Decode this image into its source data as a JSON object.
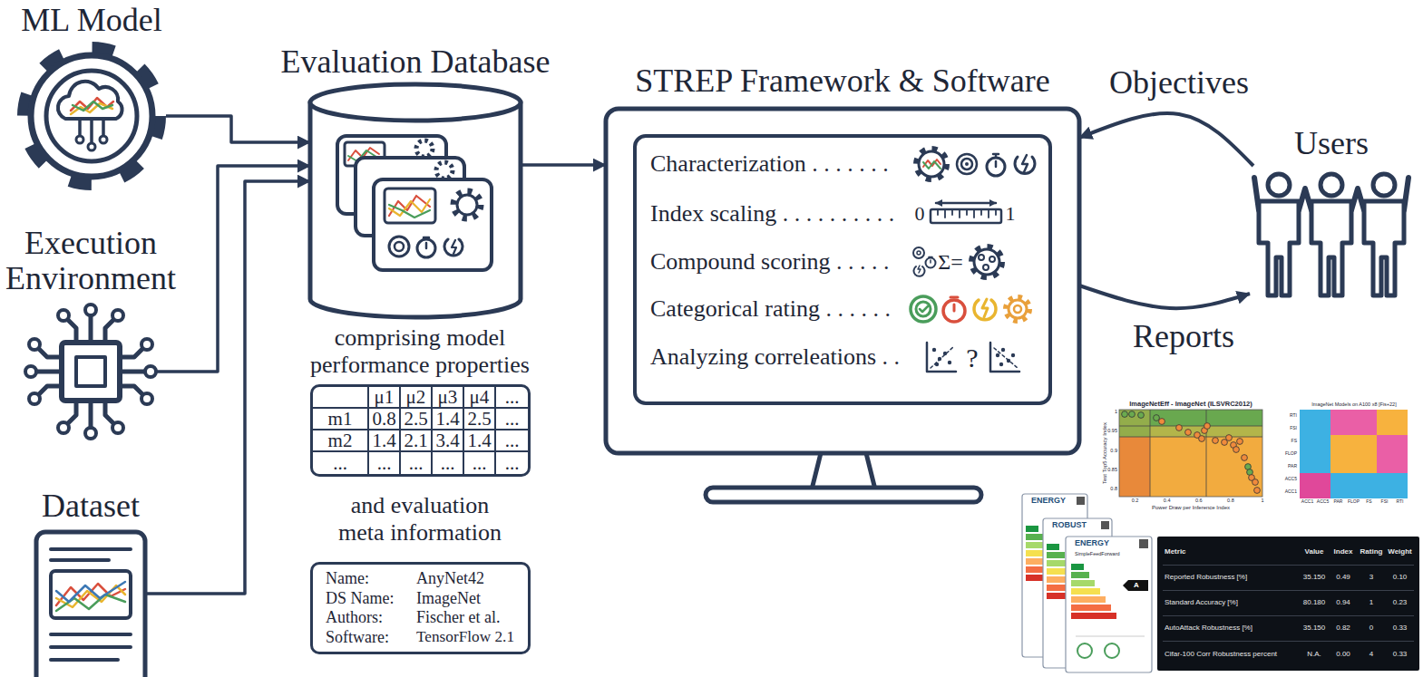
{
  "diagram": {
    "nodes": [
      {
        "text": [
          "ML Model"
        ]
      },
      {
        "text": [
          "Execution Environment"
        ]
      },
      {
        "text": [
          "Dataset"
        ]
      },
      {
        "text": [
          "Evaluation Database"
        ]
      },
      {
        "text": [
          "μ1",
          "μ2",
          "μ3",
          "μ4",
          "...",
          "m1",
          "0.8",
          "2.5",
          "1.4",
          "2.5",
          "...",
          "m2",
          "1.4",
          "2.1",
          "3.4",
          "1.4",
          "...",
          "...",
          "...",
          "...",
          "...",
          "...",
          "..."
        ]
      },
      {
        "text": [
          "Name:",
          "AnyNet42",
          "DS Name:",
          "ImageNet",
          "Authors:",
          "Fischer et al.",
          "Software:",
          "TensorFlow 2.1"
        ]
      },
      {
        "text": [
          "STREP Framework & Software"
        ]
      },
      {
        "text": [
          "Characterization . . . . . . .",
          "Index scaling . . . . . . . . . .",
          "Compound scoring . . . . .",
          "Categorical rating . . . . . .",
          "Analyzing correleations . ."
        ],
        "in": 6
      },
      {
        "text": [
          "Users"
        ]
      },
      {
        "text": [
          "Metric",
          "Value",
          "Index",
          "Rating",
          "Weight",
          "Reported Robustness [%]",
          "35.150",
          "0.49",
          "3",
          "0.10",
          "Standard Accuracy [%]",
          "80.180",
          "0.94",
          "1",
          "0.23",
          "AutoAttack Robustness [%]",
          "35.150",
          "0.82",
          "0",
          "0.33",
          "Cifar-100 Corr Robustness percent",
          "N.A.",
          "0.00",
          "4",
          "0.33"
        ]
      }
    ],
    "edges": [
      {
        "from": 0,
        "to": 3,
        "arrow": "to"
      },
      {
        "from": 1,
        "to": 3,
        "arrow": "to"
      },
      {
        "from": 2,
        "to": 3,
        "arrow": "to"
      },
      {
        "from": 3,
        "to": 6,
        "arrow": "to"
      },
      {
        "from": 8,
        "to": 6,
        "label": "Objectives",
        "arrow": "to"
      },
      {
        "from": 6,
        "to": 8,
        "label": "Reports",
        "arrow": "to"
      }
    ],
    "labels": [
      "comprising model performance properties",
      "and evaluation meta information",
      "0",
      "1",
      "Σ=",
      "?",
      "ImageNetEff - ImageNet (ILSVRC2012)",
      "Test Top5 Accuracy Index",
      "Power Draw per Inference Index",
      "0.2",
      "0.4",
      "0.6",
      "0.8",
      "1",
      "1",
      "0.95",
      "0.9",
      "0.85",
      "0.8",
      "ImageNet Models on A100 x8 [Fis+22]",
      "RTI",
      "FSI",
      "FS",
      "FLOP",
      "PAR",
      "ACC5",
      "ACC1",
      "ACC1",
      "ACC5",
      "PAR",
      "FLOP",
      "FS",
      "FSI",
      "RTI",
      "ENERGY",
      "ROBUST",
      "ENERGY",
      "SimpleFeedForward",
      "A"
    ]
  }
}
